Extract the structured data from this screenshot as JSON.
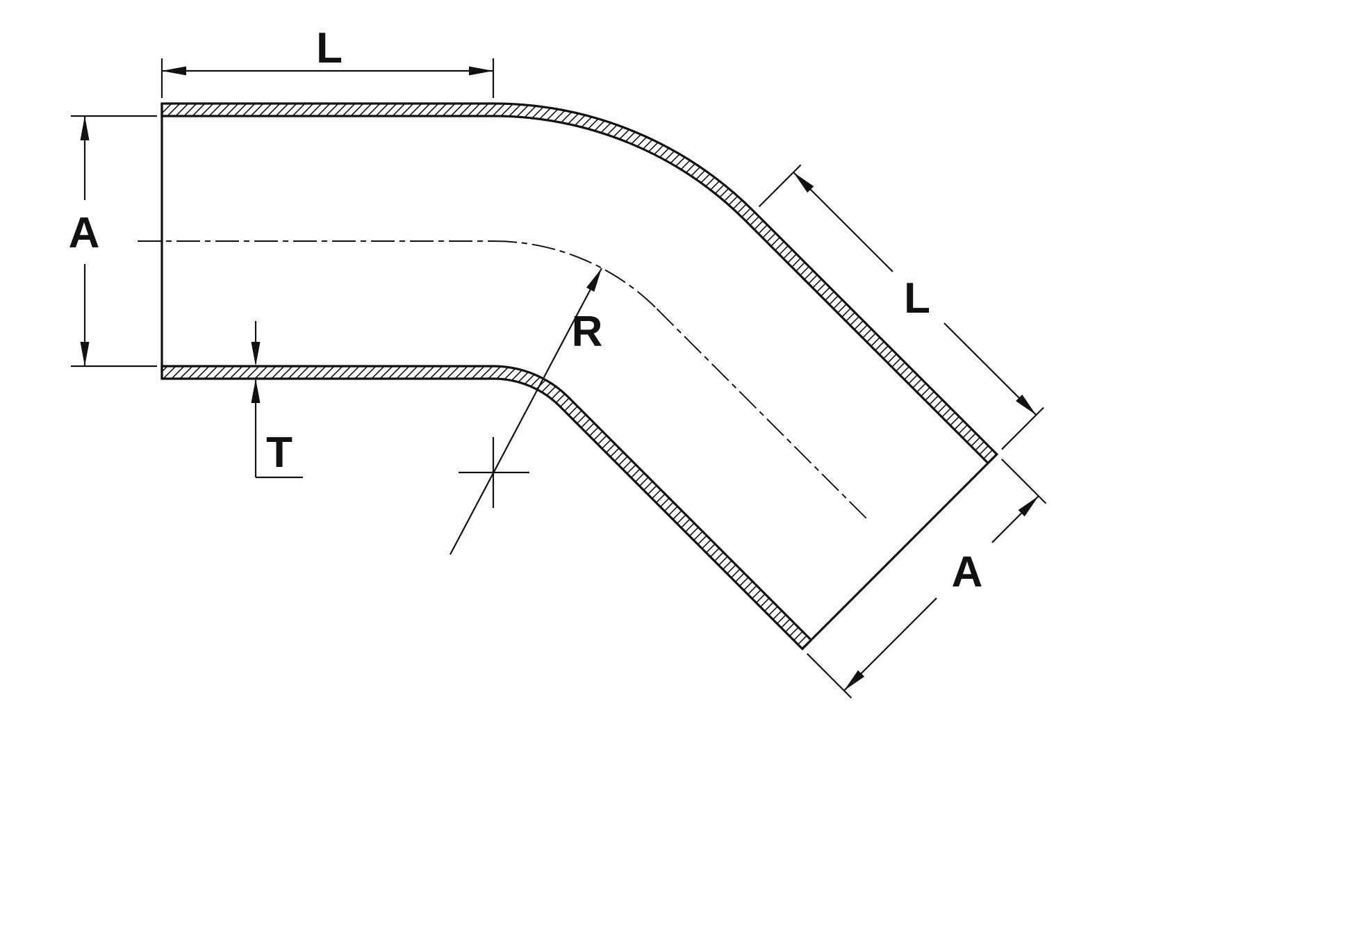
{
  "figure": {
    "name": "45-degree-elbow-hose-dimension-drawing",
    "line_color": "#111111",
    "background_color": "#ffffff",
    "labels": {
      "inlet_length": "L",
      "inlet_diameter": "A",
      "wall_thickness": "T",
      "bend_radius": "R",
      "outlet_length": "L",
      "outlet_diameter": "A"
    }
  }
}
